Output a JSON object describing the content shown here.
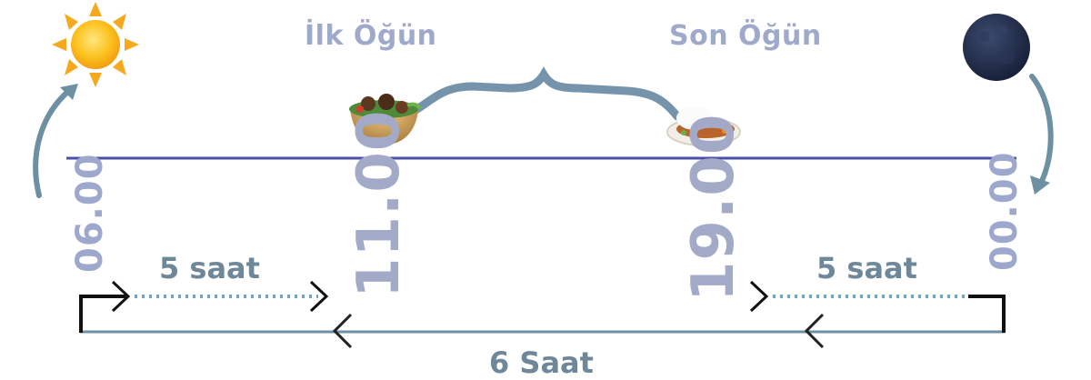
{
  "meals": {
    "first": "İlk Öğün",
    "last": "Son Öğün"
  },
  "times": {
    "wake": "06.00",
    "first_meal": "11.00",
    "last_meal": "19.00",
    "midnight": "00.00"
  },
  "durations": {
    "morning_gap": "5 saat",
    "night_gap": "5 saat",
    "eating_window": "6 Saat"
  },
  "icons": {
    "day": "sun-icon",
    "night": "moon-icon",
    "first_meal": "salad-bowl-icon",
    "last_meal": "curry-rice-icon"
  },
  "colors": {
    "timeline": "#4a4fa8",
    "arrow": "#6d90a3",
    "dotted": "#7aa0b8",
    "label": "#9fa9c9",
    "sun": "#f7b720",
    "moon": "#1f2b48"
  }
}
